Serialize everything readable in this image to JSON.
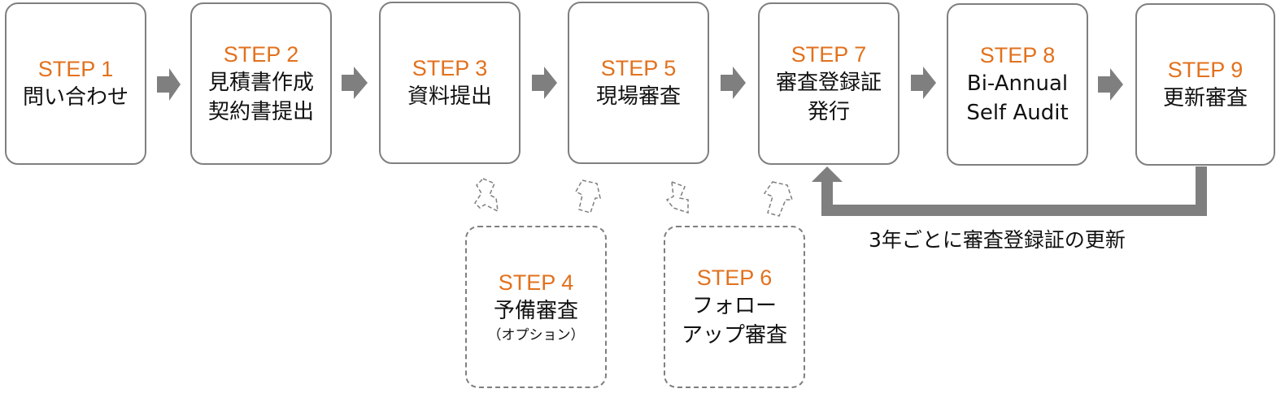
{
  "colors": {
    "step": "#e2711d",
    "border": "#7f7f7f",
    "arrow": "#7f7f7f",
    "text": "#111111"
  },
  "steps": [
    {
      "step": "STEP 1",
      "label": "問い合わせ"
    },
    {
      "step": "STEP 2",
      "label": "見積書作成\n契約書提出"
    },
    {
      "step": "STEP 3",
      "label": "資料提出"
    },
    {
      "step": "STEP 4",
      "label": "予備審査",
      "sub": "（オプション）"
    },
    {
      "step": "STEP 5",
      "label": "現場審査"
    },
    {
      "step": "STEP 6",
      "label": "フォロー\nアップ審査"
    },
    {
      "step": "STEP 7",
      "label": "審査登録証\n発行"
    },
    {
      "step": "STEP 8",
      "label": "Bi-Annual\nSelf Audit"
    },
    {
      "step": "STEP 9",
      "label": "更新審査"
    }
  ],
  "loop_label": "3年ごとに審査登録証の更新"
}
